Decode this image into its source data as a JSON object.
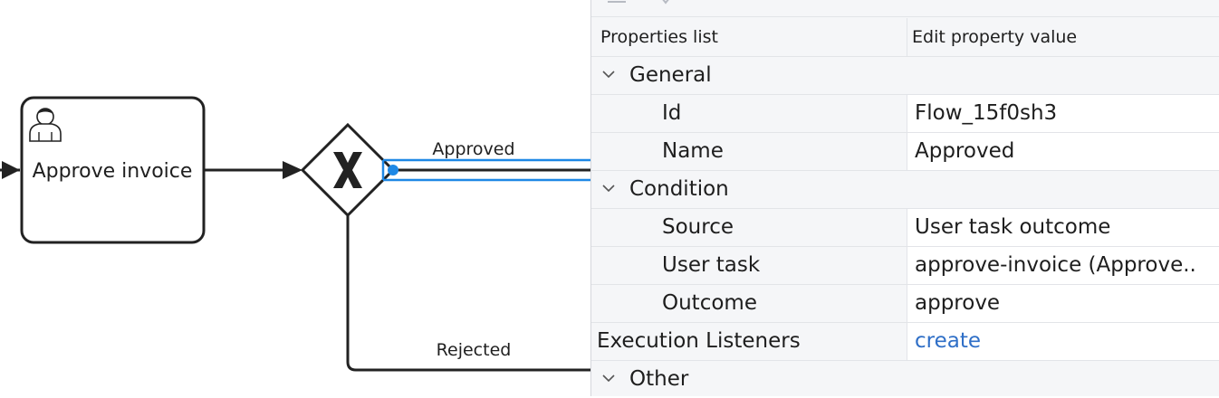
{
  "diagram": {
    "task_label": "Approve invoice",
    "task_type_icon": "user-icon",
    "gateway_icon": "exclusive-gateway-x-icon",
    "flow_approved_label": "Approved",
    "flow_rejected_label": "Rejected",
    "selection_color": "#1e88e5"
  },
  "panel": {
    "header": {
      "col1": "Properties list",
      "col2": "Edit property value"
    },
    "groups": {
      "general": {
        "label": "General",
        "id_label": "Id",
        "id_value": "Flow_15f0sh3",
        "name_label": "Name",
        "name_value": "Approved"
      },
      "condition": {
        "label": "Condition",
        "source_label": "Source",
        "source_value": "User task outcome",
        "usertask_label": "User task",
        "usertask_value": "approve-invoice (Approve..",
        "outcome_label": "Outcome",
        "outcome_value": "approve"
      },
      "execution_listeners": {
        "label": "Execution Listeners",
        "value": "create"
      },
      "other": {
        "label": "Other"
      }
    },
    "link_color": "#2f6fc7"
  }
}
